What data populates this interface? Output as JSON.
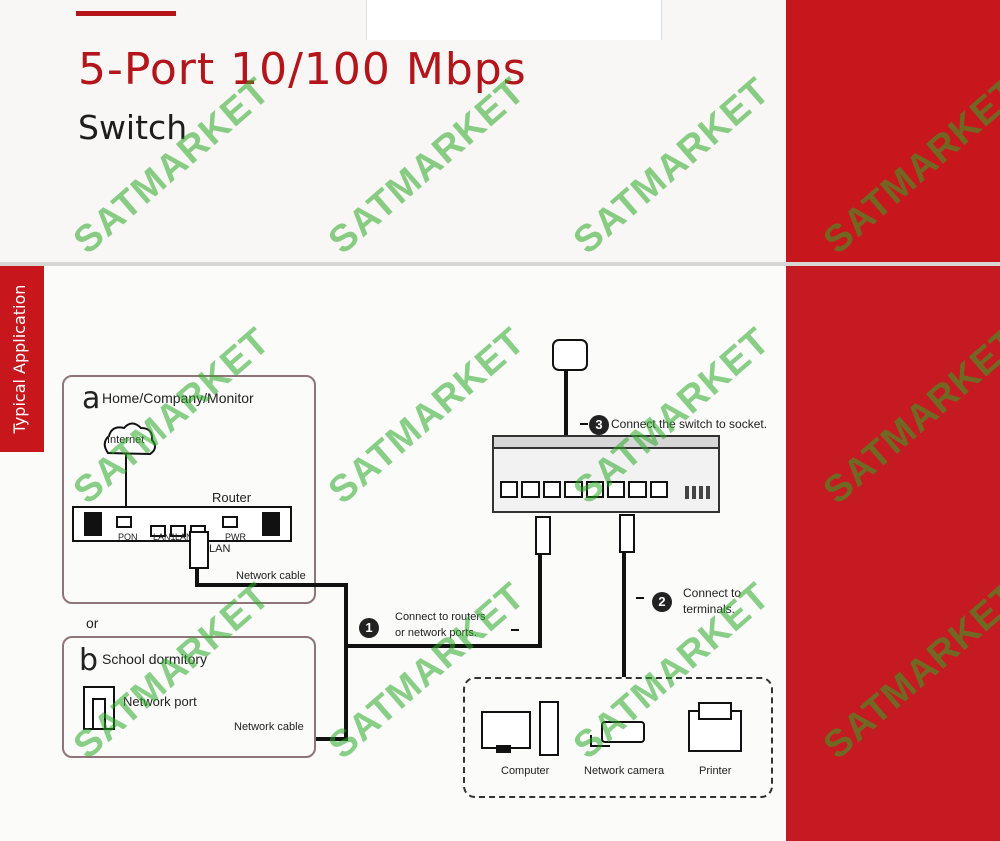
{
  "header": {
    "title": "5-Port 10/100 Mbps",
    "subtitle": "Switch"
  },
  "sidebar": {
    "tab": "Typical Application"
  },
  "sections": {
    "a": {
      "letter": "a",
      "title": "Home/Company/Monitor"
    },
    "b": {
      "letter": "b",
      "title": "School dormitory"
    },
    "or": "or"
  },
  "router": {
    "label": "Router",
    "cloud": "Internet",
    "port_labels": [
      "PON",
      "LAN1",
      "LAN2",
      "PWR"
    ],
    "lan": "LAN"
  },
  "cables": {
    "top": "Network cable",
    "bottom": "Network cable",
    "network_port": "Network port"
  },
  "steps": [
    {
      "number": "1",
      "text": "Connect to routers\nor network ports."
    },
    {
      "number": "2",
      "text": "Connect to\nterminals."
    },
    {
      "number": "3",
      "text": "Connect the switch to socket."
    }
  ],
  "terminals": {
    "items": [
      "Computer",
      "Network camera",
      "Printer"
    ]
  },
  "watermark": "SATMARKET",
  "colors": {
    "accent": "#c8161d",
    "line": "#111111",
    "watermark": "#2baa26"
  },
  "icons": [
    "adapter-icon",
    "router-icon",
    "switch-icon",
    "computer-icon",
    "camera-icon",
    "printer-icon",
    "cloud-icon",
    "network-port-icon"
  ]
}
